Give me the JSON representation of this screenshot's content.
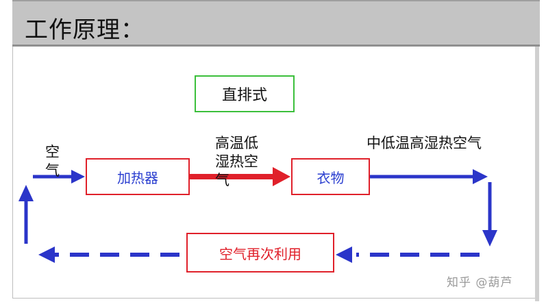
{
  "title": "工作原理：",
  "mode_box": "直排式",
  "nodes": {
    "heater": "加热器",
    "clothes": "衣物",
    "reuse": "空气再次利用"
  },
  "labels": {
    "air": "空\n气",
    "hot_low_humidity": "高温低\n湿热空\n气",
    "mid_low_temp": "中低温高湿热空气"
  },
  "watermark": "知乎 @葫芦",
  "colors": {
    "flow_blue": "#2b35c9",
    "hot_red": "#e0202a",
    "box_green": "#3bbf3b",
    "title_bg": "#c4c4c4"
  }
}
